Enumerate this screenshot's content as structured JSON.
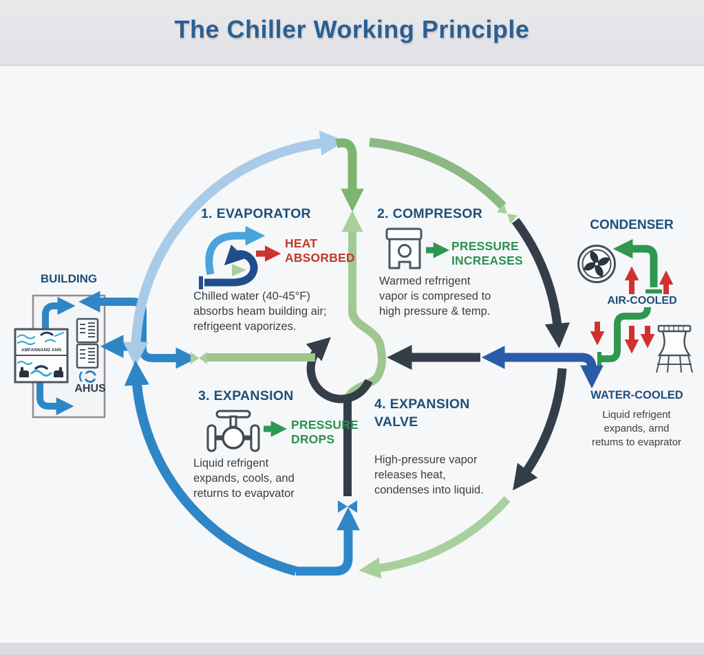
{
  "header": {
    "title": "The Chiller Working Principle"
  },
  "building": {
    "label": "BUILDING",
    "panel_text": "AMFANNAND ANN",
    "ahu_label": "AHUS"
  },
  "stages": {
    "evaporator": {
      "heading": "1. EVAPORATOR",
      "effect": "HEAT\nABSORBED",
      "description": "Chilled water (40-45°F)\nabsorbs heam building air;\nrefrigeent vaporizes."
    },
    "compressor": {
      "heading": "2. COMPRESOR",
      "effect": "PRESSURE\nINCREASES",
      "description": "Warmed refrrigent\nvapor is compresed to\nhigh pressure & temp."
    },
    "expansion": {
      "heading": "3. EXPANSION",
      "effect": "PRESSURE\nDROPS",
      "description": "Liquid refrigent\nexpands, cools, and\nreturns to evapvator"
    },
    "expansion_valve": {
      "heading": "4. EXPANSION\nVALVE",
      "description": "High-pressure vapor\nreleases heat,\ncondenses into liquid."
    }
  },
  "condenser": {
    "heading": "CONDENSER",
    "air_cooled_label": "AIR-COOLED",
    "water_cooled_label": "WATER-COOLED",
    "description": "Liquid refrigent\nexpands, arnd\nretums to evaprator"
  },
  "icons": {
    "evaporator": "coil-arrows-icon",
    "compressor": "piston-icon",
    "expansion": "valve-icon",
    "condenser_air": "fan-icon",
    "condenser_water": "cooling-tower-icon",
    "building": "air-handler-panel-icon, document-list-icon, circulation-icon"
  },
  "colors": {
    "heading_navy": "#1d4e79",
    "body_text": "#3b3e41",
    "red": "#cf3130",
    "green_text": "#2c9150",
    "pale_blue": "#a9cbe8",
    "medium_blue": "#2e86c6",
    "royal_blue": "#2a5ba8",
    "dark_pipe": "#333e49",
    "arc_green": "#8cb981",
    "light_green": "#a9cf9d",
    "vivid_green": "#2f9750",
    "header_bg": "#e6e6e9",
    "canvas_bg": "#f6f7f8"
  }
}
